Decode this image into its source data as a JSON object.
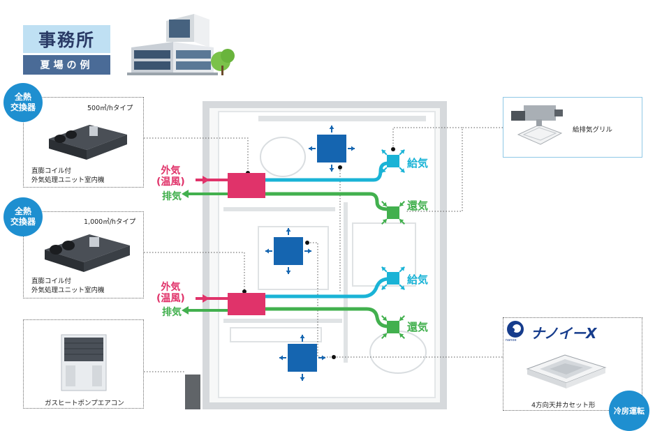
{
  "header": {
    "title": "事務所",
    "subtitle": "夏場の例"
  },
  "units": [
    {
      "badge": "全熱\n交換器",
      "badge_line1": "全熱",
      "badge_line2": "交換器",
      "capacity": "500㎥/hタイプ",
      "desc_line1": "直膨コイル付",
      "desc_line2": "外気処理ユニット室内機"
    },
    {
      "badge_line1": "全熱",
      "badge_line2": "交換器",
      "capacity": "1,000㎥/hタイプ",
      "desc_line1": "直膨コイル付",
      "desc_line2": "外気処理ユニット室内機"
    }
  ],
  "heat_pump": {
    "label": "ガスヒートポンプエアコン"
  },
  "flows": {
    "outside_air_line1": "外気",
    "outside_air_line2": "(温風)",
    "exhaust": "排気",
    "supply": "給気",
    "return": "還気"
  },
  "grille": {
    "label": "給排気グリル"
  },
  "cassette": {
    "brand": "ナノイーX",
    "brand_small": "nanoe",
    "label": "4方向天井カセット形"
  },
  "mode": {
    "label": "冷房運転"
  },
  "colors": {
    "title_bg": "#bfe0f3",
    "subtitle_bg": "#4a6b97",
    "badge": "#1e8fd0",
    "outside_air": "#e0336a",
    "exhaust": "#42b04e",
    "supply": "#1ab3d6",
    "cassette_unit": "#1565b0"
  }
}
